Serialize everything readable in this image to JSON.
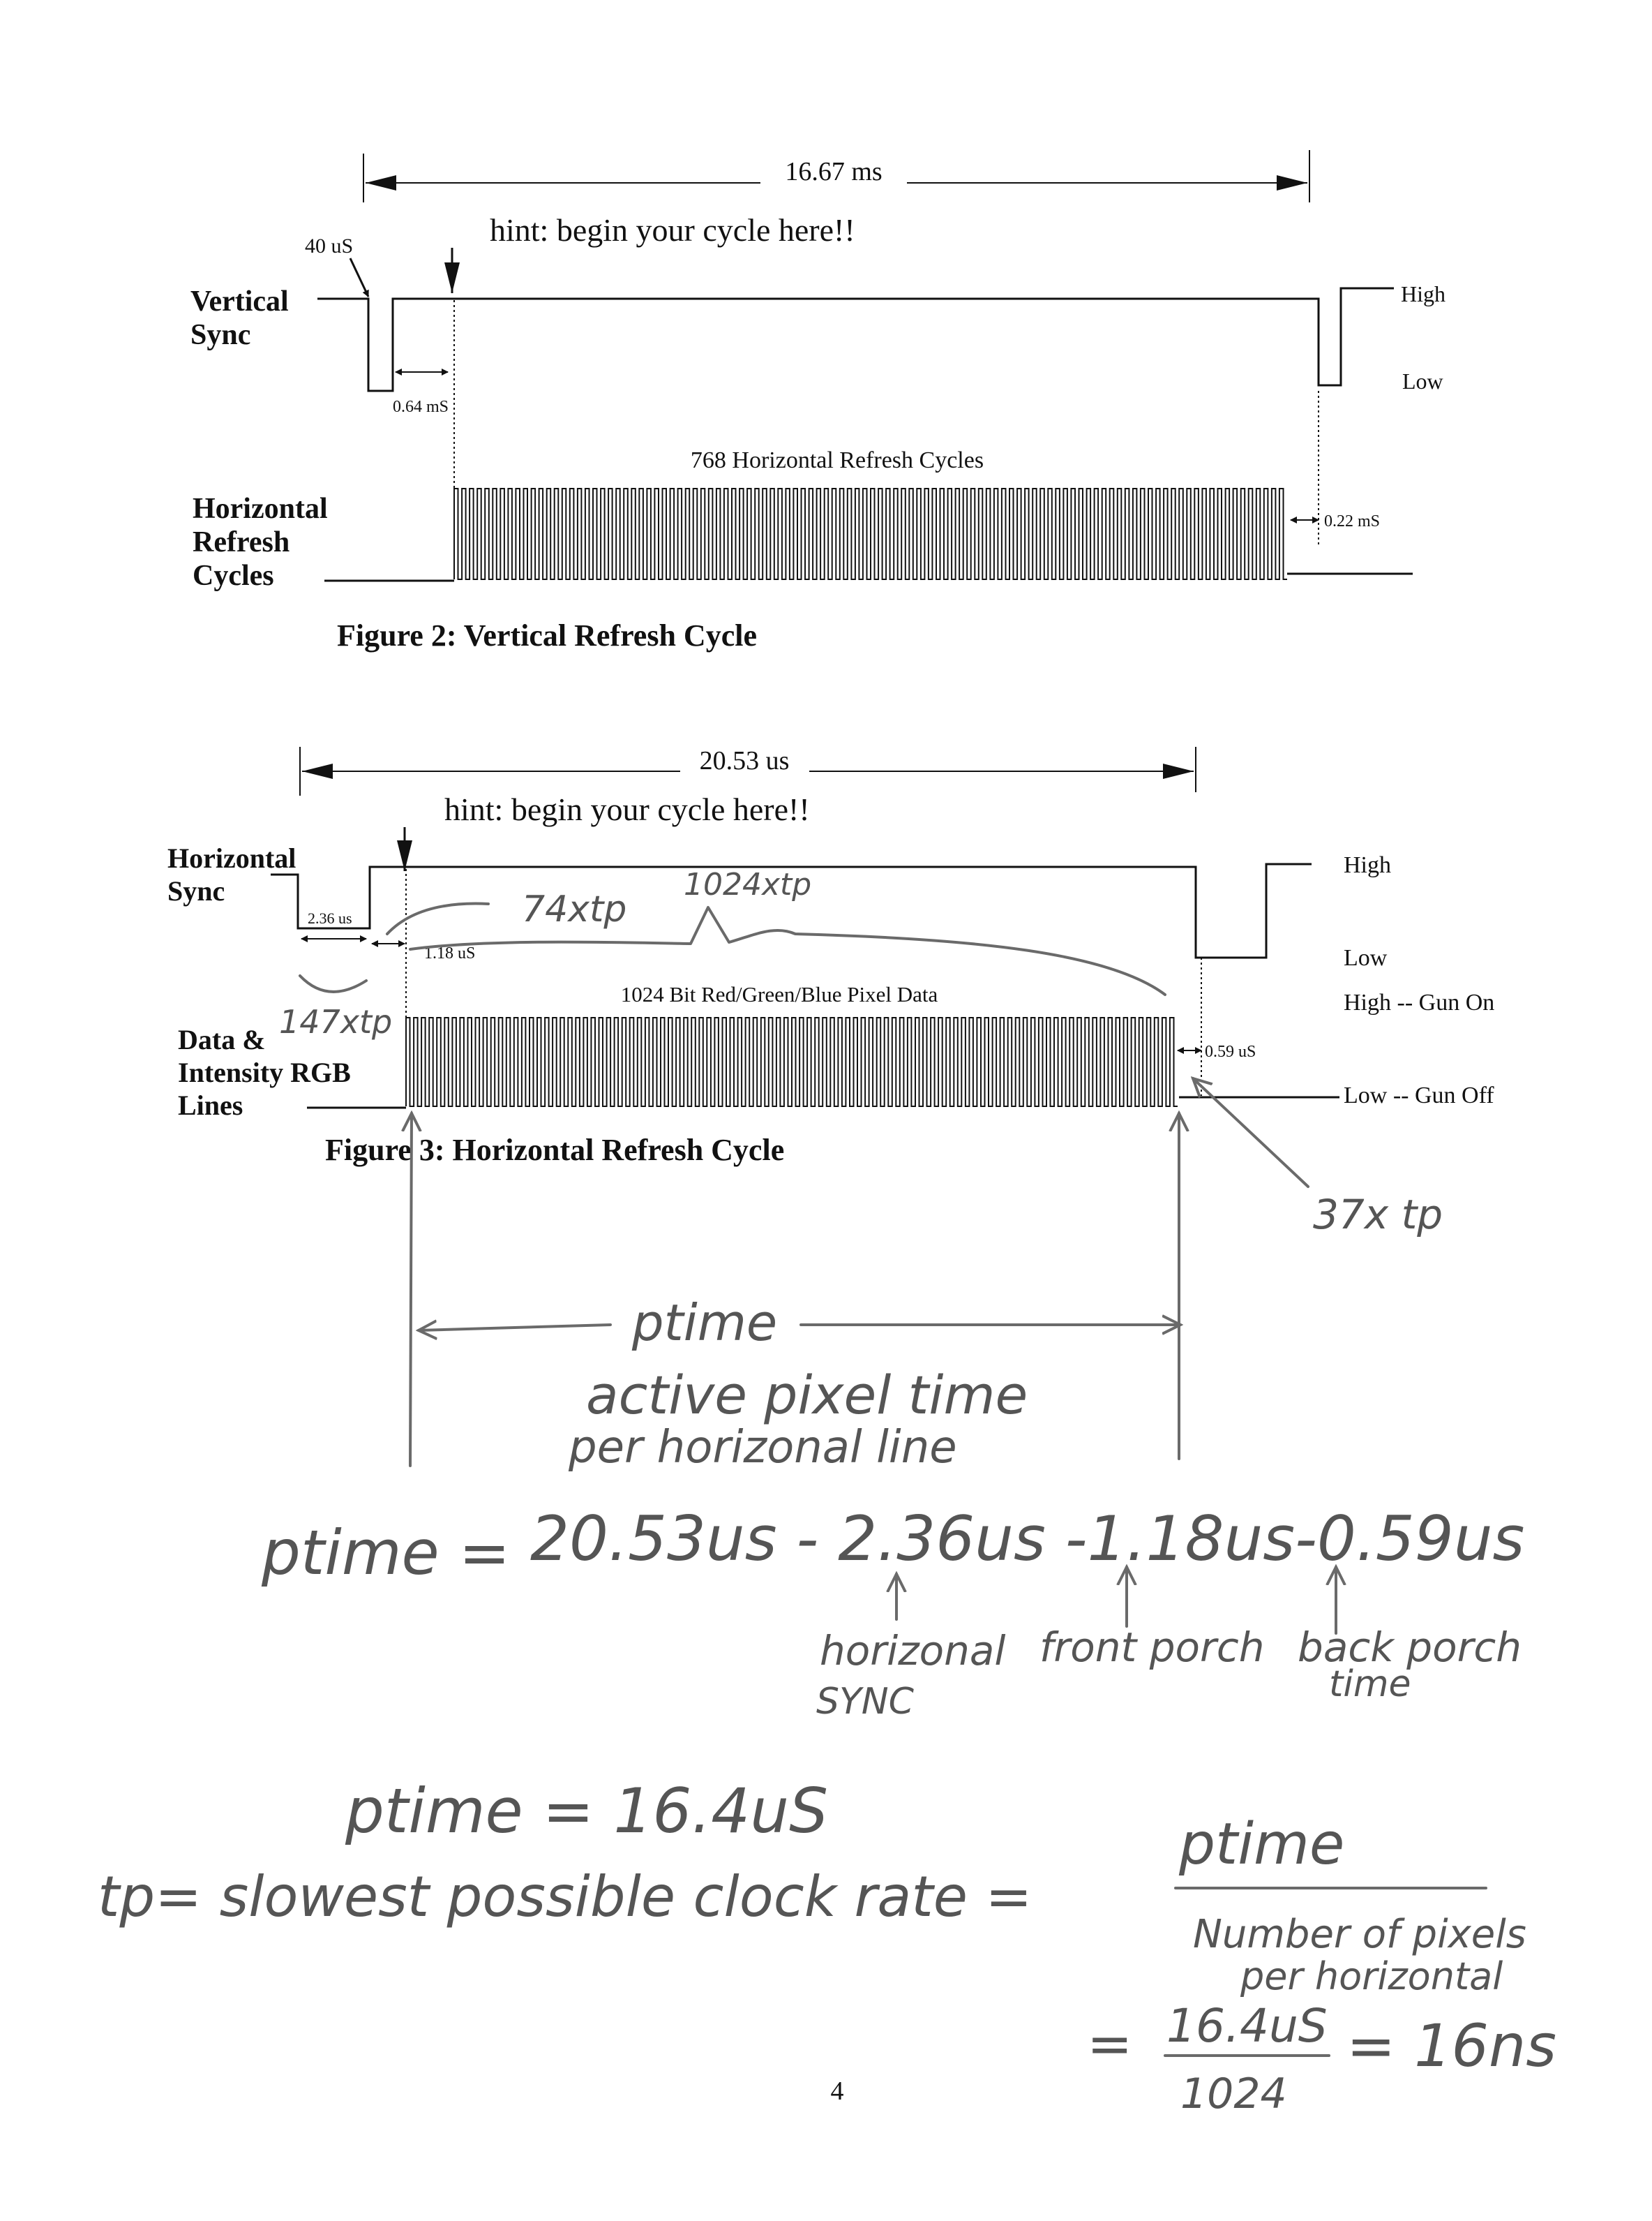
{
  "fig2": {
    "period": "16.67 ms",
    "sync_pulse": "40 uS",
    "hint": "hint: begin your cycle here!!",
    "vsync_label_1": "Vertical",
    "vsync_label_2": "Sync",
    "high": "High",
    "low": "Low",
    "back_porch": "0.64 mS",
    "cycles_label": "768 Horizontal Refresh Cycles",
    "hcycles_label_1": "Horizontal",
    "hcycles_label_2": "Refresh",
    "hcycles_label_3": "Cycles",
    "front_porch": "0.22 mS",
    "caption": "Figure 2: Vertical Refresh Cycle"
  },
  "fig3": {
    "period": "20.53 us",
    "hint": "hint: begin your cycle here!!",
    "hsync_label_1": "Horizontal",
    "hsync_label_2": "Sync",
    "high": "High",
    "low": "Low",
    "sync_pulse": "2.36 us",
    "back_porch": "1.18 uS",
    "pixel_data_label": "1024 Bit Red/Green/Blue Pixel Data",
    "gun_on": "High -- Gun On",
    "gun_off": "Low -- Gun Off",
    "data_label_1": "Data &",
    "data_label_2": "Intensity RGB",
    "data_label_3": "Lines",
    "front_porch": "0.59 uS",
    "caption": "Figure 3: Horizontal Refresh Cycle"
  },
  "notes": {
    "n74": "74xtp",
    "n1024": "1024xtp",
    "n147": "147xtp",
    "n37": "37x tp",
    "ptime_arrow": "ptime",
    "active_1": "active pixel time",
    "active_2": "per horizonal line",
    "eq1_lhs": "ptime =",
    "eq1_rhs": "20.53us - 2.36us -1.18us-0.59us",
    "lab_sync_1": "horizonal",
    "lab_sync_2": "SYNC",
    "lab_front": "front porch",
    "lab_back_1": "back porch",
    "lab_back_2": "time",
    "eq2": "ptime = 16.4uS",
    "eq3": "tp= slowest possible clock rate =",
    "frac_num": "ptime",
    "frac_den_1": "Number of pixels",
    "frac_den_2": "per horizontal",
    "eq4_eq": "=",
    "eq4_num": "16.4uS",
    "eq4_den": "1024",
    "eq4_result": "= 16ns"
  },
  "page_number": "4"
}
